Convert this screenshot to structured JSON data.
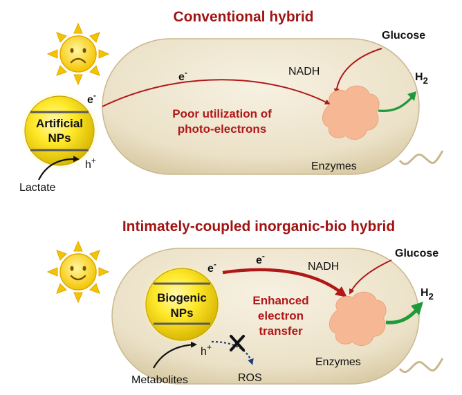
{
  "top": {
    "title": "Conventional hybrid",
    "electron": "e",
    "electron_np": "e",
    "nadh": "NADH",
    "glucose": "Glucose",
    "h2_main": "H",
    "h2_sub": "2",
    "poor_line1": "Poor utilization of",
    "poor_line2": "photo-electrons",
    "np_line1": "Artificial",
    "np_line2": "NPs",
    "hole": "h",
    "lactate": "Lactate",
    "enzymes": "Enzymes"
  },
  "bottom": {
    "title": "Intimately-coupled inorganic-bio hybrid",
    "electron": "e",
    "electron_np": "e",
    "nadh": "NADH",
    "glucose": "Glucose",
    "h2_main": "H",
    "h2_sub": "2",
    "enh_line1": "Enhanced",
    "enh_line2": "electron",
    "enh_line3": "transfer",
    "np_line1": "Biogenic",
    "np_line2": "NPs",
    "hole": "h",
    "metabolites": "Metabolites",
    "ros": "ROS",
    "enzymes": "Enzymes"
  },
  "symbols": {
    "minus": "-",
    "plus": "+"
  },
  "colors": {
    "title_red": "#a01414",
    "cell_fill": "#ece3cc",
    "np_yellow": "#f5d800",
    "enzyme": "#f6b894",
    "arrow_green": "#1f9a3a",
    "arrow_red": "#b01818"
  }
}
